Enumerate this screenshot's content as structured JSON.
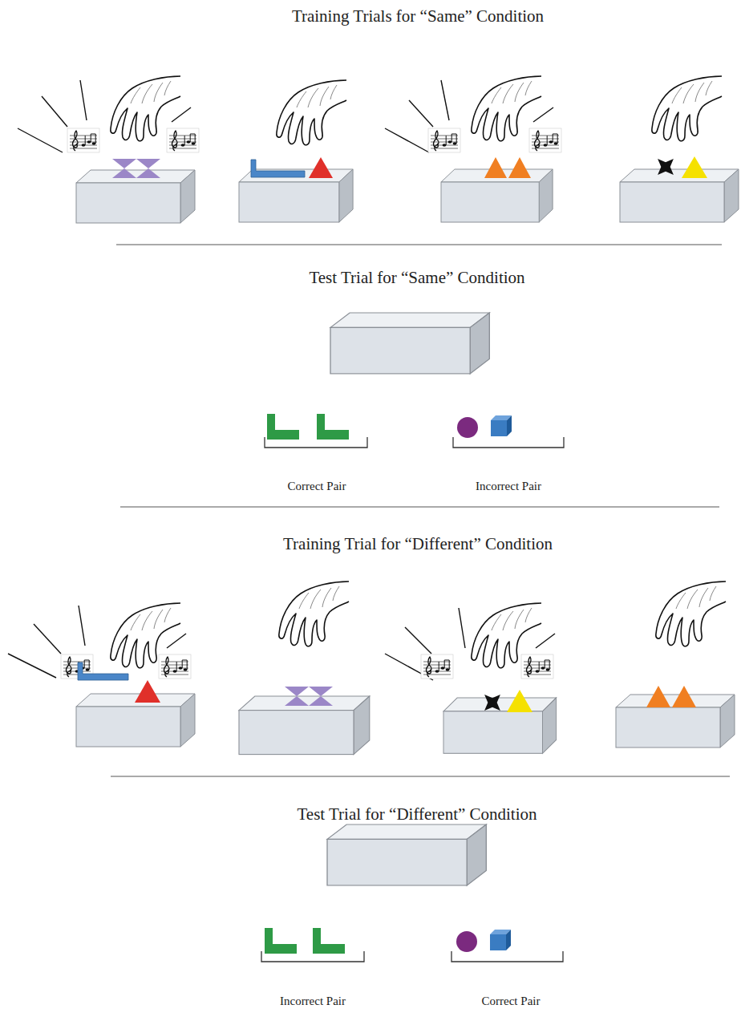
{
  "diagram": {
    "labels": [
      "Training Trials for “Same” Condition",
      "Test Trial for “Same” Condition",
      "Correct Pair",
      "Incorrect Pair",
      "Training Trial for “Different” Condition",
      "Test Trial for “Different” Condition",
      "Incorrect Pair",
      "Correct Pair"
    ]
  }
}
